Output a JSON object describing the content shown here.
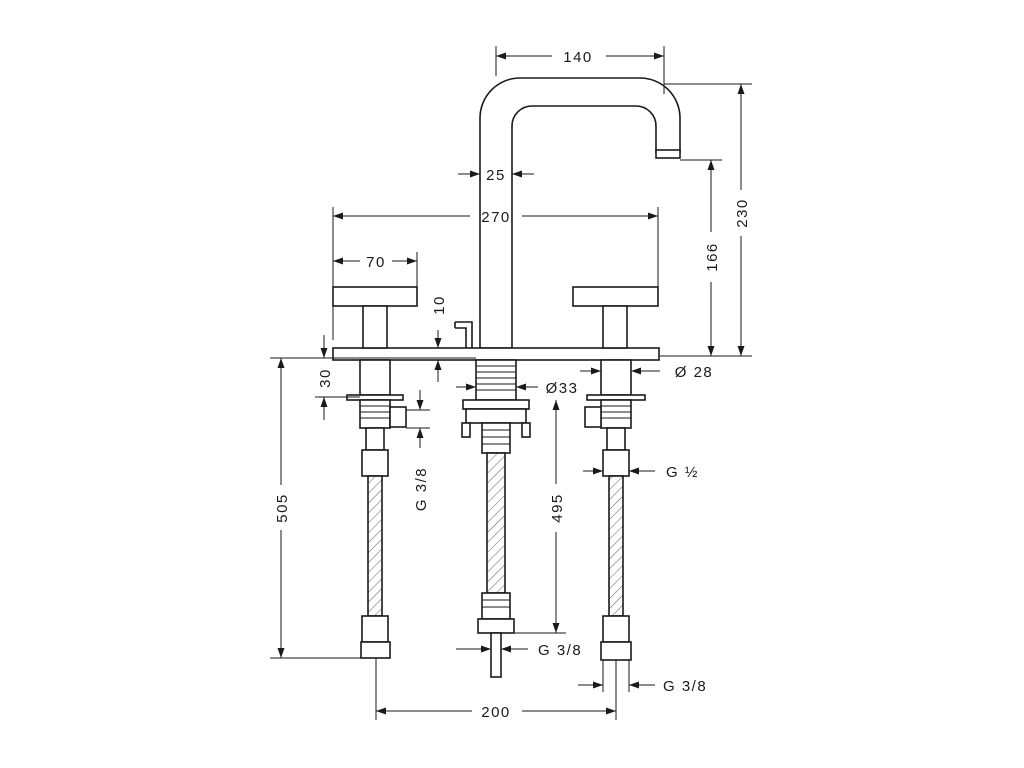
{
  "dimensions": {
    "spout_reach": "140",
    "total_height": "230",
    "spout_height": "166",
    "spout_diameter": "25",
    "handle_span": "270",
    "handle_width": "70",
    "plate_thickness": "10",
    "shank_length": "30",
    "body_diameter_side": "Ø 28",
    "body_diameter_center": "Ø33",
    "hose_length_side": "505",
    "hose_length_center": "495",
    "connection_left": "G 3/8",
    "connection_right_top": "G ½",
    "connection_center_bottom": "G 3/8",
    "connection_right_bottom": "G 3/8",
    "hose_spacing": "200"
  }
}
